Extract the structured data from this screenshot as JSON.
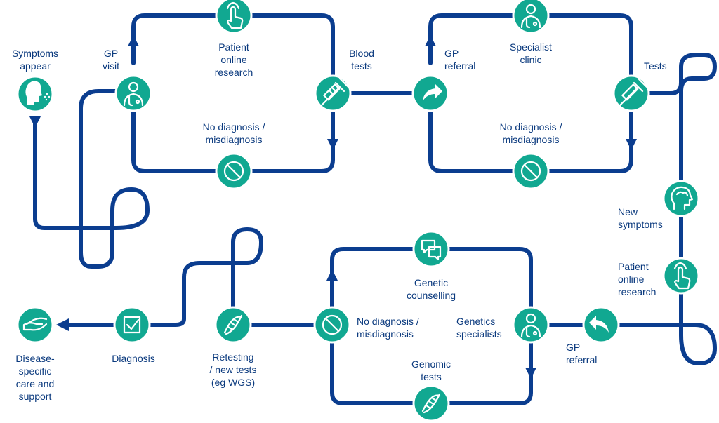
{
  "colors": {
    "path": "#0b3d8f",
    "node": "#11a891",
    "label": "#0b3a7e"
  },
  "labels": {
    "symptoms_appear": "Symptoms\nappear",
    "gp_visit": "GP\nvisit",
    "patient_online_research_top": "Patient\nonline\nresearch",
    "blood_tests": "Blood\ntests",
    "no_diagnosis_1": "No diagnosis /\nmisdiagnosis",
    "gp_referral_top": "GP\nreferral",
    "specialist_clinic": "Specialist\nclinic",
    "tests": "Tests",
    "no_diagnosis_2": "No diagnosis /\nmisdiagnosis",
    "new_symptoms": "New\nsymptoms",
    "patient_online_research_right": "Patient\nonline\nresearch",
    "gp_referral_bottom": "GP\nreferral",
    "genetics_specialists": "Genetics\nspecialists",
    "genetic_counselling": "Genetic\ncounselling",
    "genomic_tests": "Genomic\ntests",
    "no_diagnosis_3": "No diagnosis /\nmisdiagnosis",
    "retesting": "Retesting\n/ new tests\n(eg WGS)",
    "diagnosis": "Diagnosis",
    "disease_specific_care": "Disease-\nspecific\ncare and\nsupport"
  },
  "icons": {
    "symptoms": "sneezing-head-icon",
    "gp_visit": "doctor-icon",
    "online_research_top": "hand-touch-icon",
    "blood_tests": "syringe-icon",
    "no_diagnosis_1": "no-entry-icon",
    "gp_referral_top": "arrow-forward-icon",
    "specialist_clinic": "doctor-icon",
    "tests": "syringe-icon",
    "no_diagnosis_2": "no-entry-icon",
    "new_symptoms": "brain-head-icon",
    "online_research_right": "hand-touch-icon",
    "gp_referral_bottom": "arrow-back-icon",
    "genetics_specialists": "doctor-icon",
    "genetic_counselling": "speech-bubbles-icon",
    "genomic_tests": "dna-icon",
    "no_diagnosis_3": "no-entry-icon",
    "retesting": "dna-icon",
    "diagnosis": "checkbox-icon",
    "care": "caring-hand-icon"
  }
}
